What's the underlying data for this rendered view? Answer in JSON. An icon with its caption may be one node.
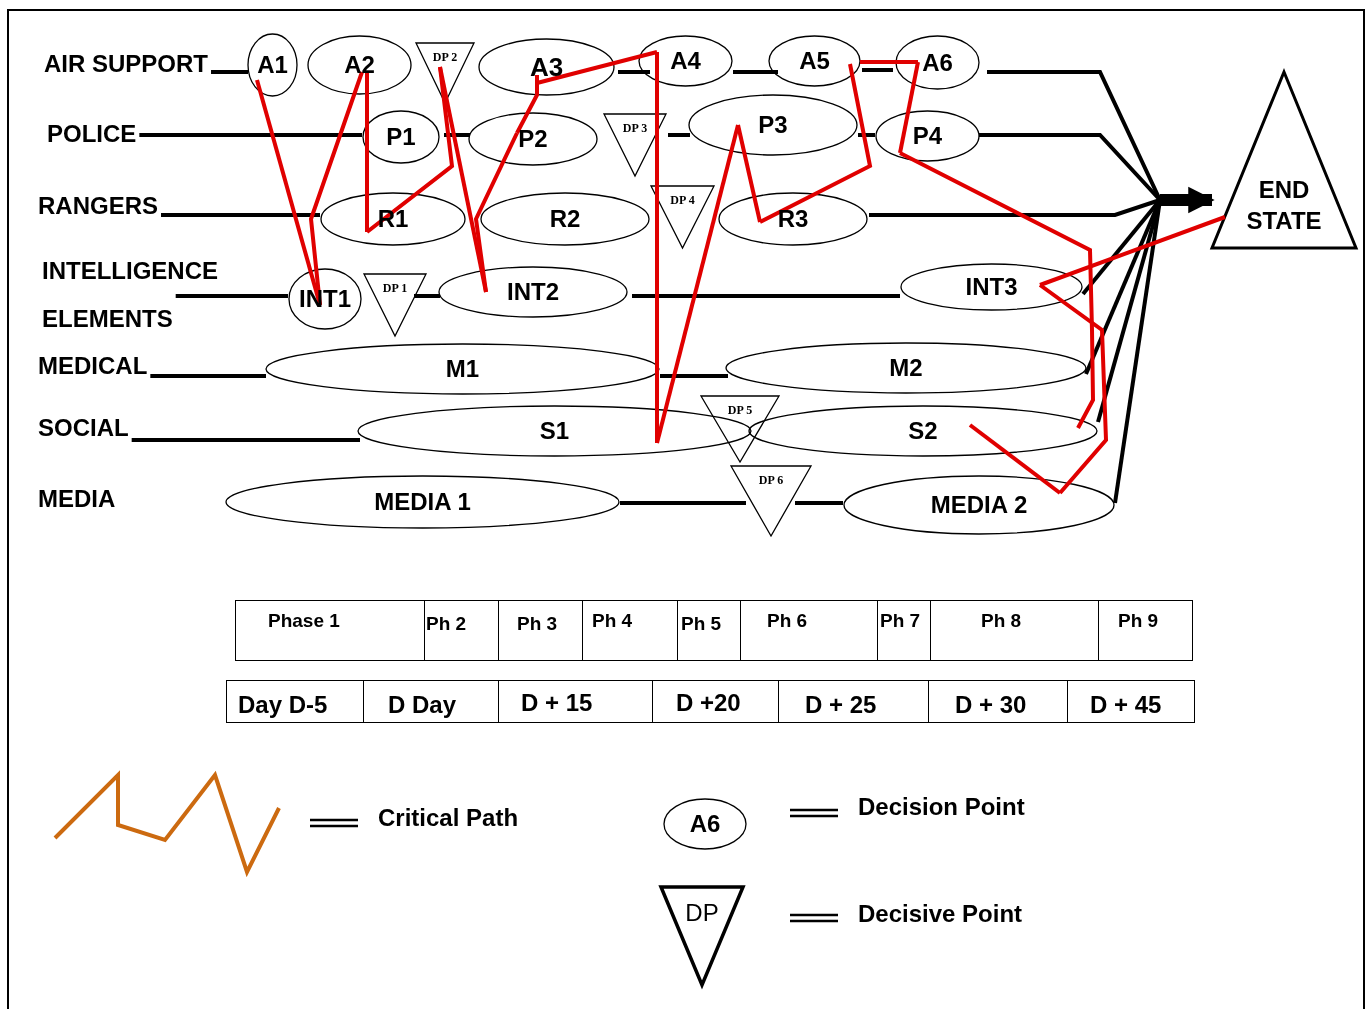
{
  "diagram": {
    "nodes": [
      {
        "text": [
          "AIR SUPPORT"
        ]
      },
      {
        "text": [
          "POLICE"
        ]
      },
      {
        "text": [
          "RANGERS"
        ]
      },
      {
        "text": [
          "INTELLIGENCE ELEMENTS"
        ]
      },
      {
        "text": [
          "MEDICAL"
        ]
      },
      {
        "text": [
          "SOCIAL"
        ]
      },
      {
        "text": [
          "MEDIA"
        ]
      },
      {
        "text": [
          "A1"
        ]
      },
      {
        "text": [
          "A2"
        ]
      },
      {
        "text": [
          "DP 2"
        ]
      },
      {
        "text": [
          "A3"
        ]
      },
      {
        "text": [
          "A4"
        ]
      },
      {
        "text": [
          "A5"
        ]
      },
      {
        "text": [
          "A6"
        ]
      },
      {
        "text": [
          "P1"
        ]
      },
      {
        "text": [
          "P2"
        ]
      },
      {
        "text": [
          "DP 3"
        ]
      },
      {
        "text": [
          "P3"
        ]
      },
      {
        "text": [
          "P4"
        ]
      },
      {
        "text": [
          "R1"
        ]
      },
      {
        "text": [
          "R2"
        ]
      },
      {
        "text": [
          "DP 4"
        ]
      },
      {
        "text": [
          "R3"
        ]
      },
      {
        "text": [
          "INT1"
        ]
      },
      {
        "text": [
          "DP 1"
        ]
      },
      {
        "text": [
          "INT2"
        ]
      },
      {
        "text": [
          "INT3"
        ]
      },
      {
        "text": [
          "M1"
        ]
      },
      {
        "text": [
          "M2"
        ]
      },
      {
        "text": [
          "S1"
        ]
      },
      {
        "text": [
          "DP 5"
        ]
      },
      {
        "text": [
          "S2"
        ]
      },
      {
        "text": [
          "MEDIA 1"
        ]
      },
      {
        "text": [
          "DP 6"
        ]
      },
      {
        "text": [
          "MEDIA 2"
        ]
      },
      {
        "text": [
          "END STATE"
        ]
      },
      {
        "text": [
          "A6"
        ]
      },
      {
        "text": [
          "DP"
        ]
      }
    ],
    "edges": [
      {
        "from": 0,
        "to": 7,
        "arrow": "none"
      },
      {
        "from": 10,
        "to": 11,
        "arrow": "none"
      },
      {
        "from": 11,
        "to": 12,
        "arrow": "none"
      },
      {
        "from": 12,
        "to": 13,
        "arrow": "none"
      },
      {
        "from": 13,
        "to": 35,
        "arrow": "to"
      },
      {
        "from": 1,
        "to": 14,
        "arrow": "none"
      },
      {
        "from": 14,
        "to": 15,
        "arrow": "none"
      },
      {
        "from": 16,
        "to": 17,
        "arrow": "none"
      },
      {
        "from": 17,
        "to": 18,
        "arrow": "none"
      },
      {
        "from": 18,
        "to": 35,
        "arrow": "to"
      },
      {
        "from": 2,
        "to": 19,
        "arrow": "none"
      },
      {
        "from": 22,
        "to": 35,
        "arrow": "to"
      },
      {
        "from": 3,
        "to": 23,
        "arrow": "none"
      },
      {
        "from": 24,
        "to": 25,
        "arrow": "none"
      },
      {
        "from": 25,
        "to": 26,
        "arrow": "none"
      },
      {
        "from": 26,
        "to": 35,
        "arrow": "to"
      },
      {
        "from": 4,
        "to": 27,
        "arrow": "none"
      },
      {
        "from": 27,
        "to": 28,
        "arrow": "none"
      },
      {
        "from": 28,
        "to": 35,
        "arrow": "to"
      },
      {
        "from": 5,
        "to": 29,
        "arrow": "none"
      },
      {
        "from": 31,
        "to": 35,
        "arrow": "to"
      },
      {
        "from": 32,
        "to": 33,
        "arrow": "none"
      },
      {
        "from": 33,
        "to": 34,
        "arrow": "none"
      },
      {
        "from": 34,
        "to": 35,
        "arrow": "to"
      },
      {
        "from": 7,
        "to": 23,
        "arrow": "none",
        "color": "#e00000"
      },
      {
        "from": 23,
        "to": 8,
        "arrow": "none",
        "color": "#e00000"
      },
      {
        "from": 8,
        "to": 19,
        "arrow": "none",
        "color": "#e00000"
      },
      {
        "from": 19,
        "to": 9,
        "arrow": "none",
        "color": "#e00000"
      },
      {
        "from": 9,
        "to": 25,
        "arrow": "none",
        "color": "#e00000"
      },
      {
        "from": 25,
        "to": 15,
        "arrow": "none",
        "color": "#e00000"
      },
      {
        "from": 15,
        "to": 10,
        "arrow": "none",
        "color": "#e00000"
      },
      {
        "from": 10,
        "to": 11,
        "arrow": "none",
        "color": "#e00000"
      },
      {
        "from": 11,
        "to": 29,
        "arrow": "none",
        "color": "#e00000"
      },
      {
        "from": 29,
        "to": 17,
        "arrow": "none",
        "color": "#e00000"
      },
      {
        "from": 17,
        "to": 22,
        "arrow": "none",
        "color": "#e00000"
      },
      {
        "from": 22,
        "to": 12,
        "arrow": "none",
        "color": "#e00000"
      },
      {
        "from": 12,
        "to": 13,
        "arrow": "none",
        "color": "#e00000"
      },
      {
        "from": 13,
        "to": 18,
        "arrow": "none",
        "color": "#e00000"
      },
      {
        "from": 18,
        "to": 31,
        "arrow": "none",
        "color": "#e00000"
      },
      {
        "from": 31,
        "to": 34,
        "arrow": "none",
        "color": "#e00000"
      },
      {
        "from": 34,
        "to": 26,
        "arrow": "none",
        "color": "#e00000"
      },
      {
        "from": 26,
        "to": 35,
        "arrow": "none",
        "color": "#e00000"
      }
    ],
    "labels": [
      "Phase 1",
      "Ph 2",
      "Ph 3",
      "Ph 4",
      "Ph 5",
      "Ph 6",
      "Ph 7",
      "Ph 8",
      "Ph 9",
      "Day D-5",
      "D Day",
      "D + 15",
      "D +20",
      "D + 25",
      "D + 30",
      "D + 45"
    ],
    "legend": [
      {
        "text": "Critical Path"
      },
      {
        "text": "Decision Point"
      },
      {
        "text": "Decisive Point"
      }
    ]
  }
}
